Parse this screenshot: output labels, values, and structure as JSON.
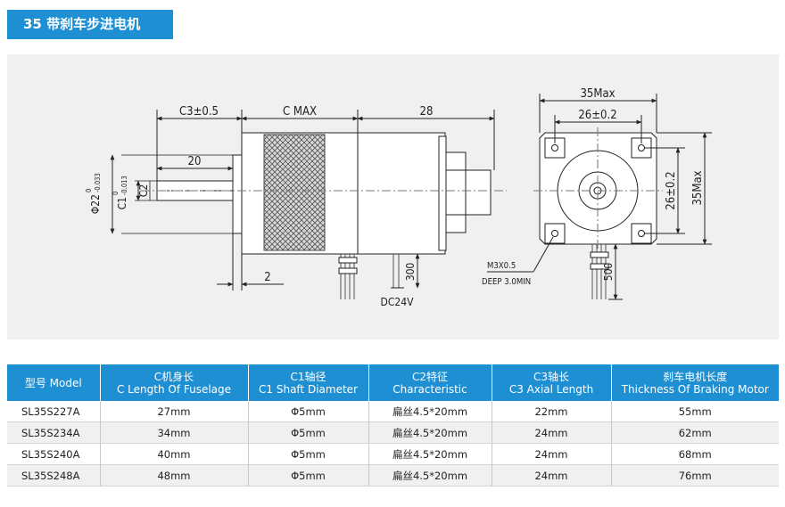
{
  "title": "35 带刹车步进电机",
  "drawing": {
    "c3": "C3±0.5",
    "cmax": "C MAX",
    "l28": "28",
    "l20": "20",
    "phi22": "Φ22",
    "phi22_tol_upper": "0",
    "phi22_tol_lower": "-0.033",
    "c1": "C1",
    "c1_tol_upper": "0",
    "c1_tol_lower": "-0.013",
    "c2": "C2",
    "l2": "2",
    "l300": "300",
    "dc24v": "DC24V",
    "max35_top": "35Max",
    "l26_top": "26±0.2",
    "l26_side": "26±0.2",
    "max35_side": "35Max",
    "m3": "M3X0.5",
    "deep": "DEEP 3.0MIN",
    "l500": "500"
  },
  "table": {
    "headers": [
      {
        "line1": "型号 Model",
        "line2": ""
      },
      {
        "line1": "C机身长",
        "line2": "C Length Of Fuselage"
      },
      {
        "line1": "C1轴径",
        "line2": "C1 Shaft Diameter"
      },
      {
        "line1": "C2特征",
        "line2": "Characteristic"
      },
      {
        "line1": "C3轴长",
        "line2": "C3 Axial Length"
      },
      {
        "line1": "刹车电机长度",
        "line2": "Thickness Of Braking Motor"
      }
    ],
    "rows": [
      [
        "SL35S227A",
        "27mm",
        "Φ5mm",
        "扁丝4.5*20mm",
        "22mm",
        "55mm"
      ],
      [
        "SL35S234A",
        "34mm",
        "Φ5mm",
        "扁丝4.5*20mm",
        "24mm",
        "62mm"
      ],
      [
        "SL35S240A",
        "40mm",
        "Φ5mm",
        "扁丝4.5*20mm",
        "24mm",
        "68mm"
      ],
      [
        "SL35S248A",
        "48mm",
        "Φ5mm",
        "扁丝4.5*20mm",
        "24mm",
        "76mm"
      ]
    ]
  }
}
